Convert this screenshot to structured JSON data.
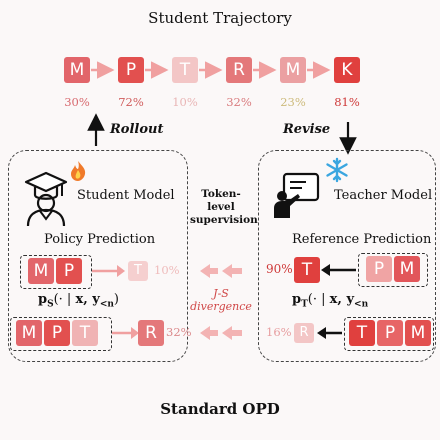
{
  "diagram": {
    "title": "Student Trajectory",
    "footer": "Standard OPD",
    "trajectory": [
      {
        "letter": "M",
        "pct": "30%",
        "color": "#e2656a",
        "pct_color": "#d86a70"
      },
      {
        "letter": "P",
        "pct": "72%",
        "color": "#e2504f",
        "pct_color": "#d05c5c"
      },
      {
        "letter": "T",
        "pct": "10%",
        "color": "#f3c6c6",
        "pct_color": "#e9b6b6"
      },
      {
        "letter": "R",
        "pct": "32%",
        "color": "#e4787a",
        "pct_color": "#d97c7f"
      },
      {
        "letter": "M",
        "pct": "23%",
        "color": "#eba0a2",
        "pct_color": "#cdbb7c"
      },
      {
        "letter": "K",
        "pct": "81%",
        "color": "#e0403e",
        "pct_color": "#cf3a3a"
      }
    ],
    "rollout_label": "Rollout",
    "revise_label": "Revise",
    "student": {
      "name": "Student Model",
      "section": "Policy Prediction",
      "row1_tokens": [
        "M",
        "P"
      ],
      "row1_pred": "T",
      "row1_pct": "10%",
      "row2_tokens": [
        "M",
        "P",
        "T"
      ],
      "row2_pred": "R",
      "row2_pct": "32%",
      "formula_main": "p",
      "formula_sub": "S",
      "formula_args": "(· | ",
      "formula_x": "x",
      "formula_y": ", y",
      "formula_ysub": "<n",
      "formula_close": ")"
    },
    "teacher": {
      "name": "Teacher Model",
      "section": "Reference Prediction",
      "row1_tokens": [
        "P",
        "M"
      ],
      "row1_pred": "T",
      "row1_pct": "90%",
      "row2_tokens": [
        "T",
        "P",
        "M"
      ],
      "row2_pred": "R",
      "row2_pct": "16%",
      "formula_main": "p",
      "formula_sub": "T",
      "formula_args": "(· | ",
      "formula_x": "x",
      "formula_y": ", y",
      "formula_ysub": "<n"
    },
    "middle": {
      "supervision_line1": "Token-level",
      "supervision_line2": "supervision",
      "divergence_line1": "J-S",
      "divergence_line2": "divergence"
    },
    "colors": {
      "arrow_pink": "#f0a0a0",
      "divergence_text": "#d04848",
      "snowflake": "#3aa6e0",
      "flame": "#f07a2a"
    },
    "icons": [
      "student-graduate-icon",
      "flame-icon",
      "teacher-presentation-icon",
      "snowflake-icon"
    ]
  }
}
